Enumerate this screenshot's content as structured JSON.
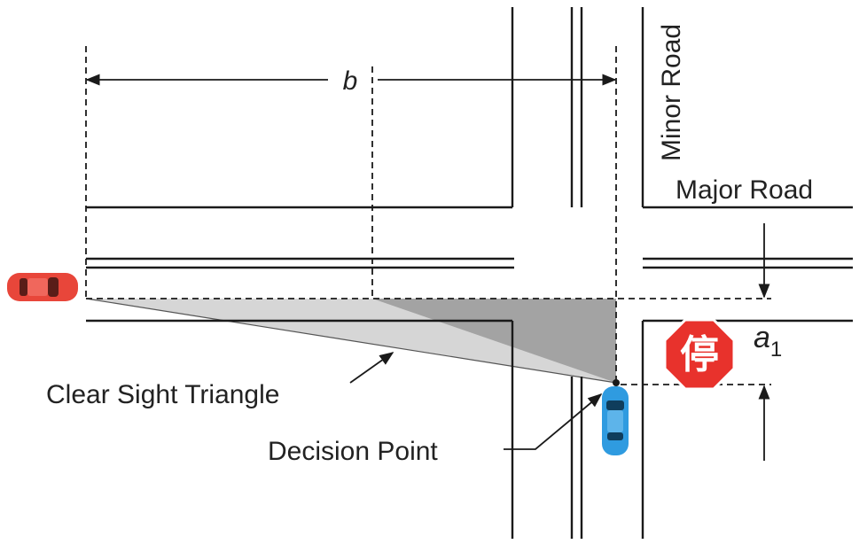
{
  "labels": {
    "b": "b",
    "a": "a",
    "a_sub": "1",
    "minor_road": "Minor Road",
    "major_road": "Major Road",
    "clear_sight_triangle": "Clear Sight Triangle",
    "decision_point": "Decision Point"
  },
  "stop_sign": {
    "glyph": "停",
    "color": "#e8322c"
  },
  "colors": {
    "major_car": "#e8463a",
    "minor_car": "#2f9be0",
    "triangle_light": "#d6d6d6",
    "triangle_dark": "#a3a3a3"
  }
}
